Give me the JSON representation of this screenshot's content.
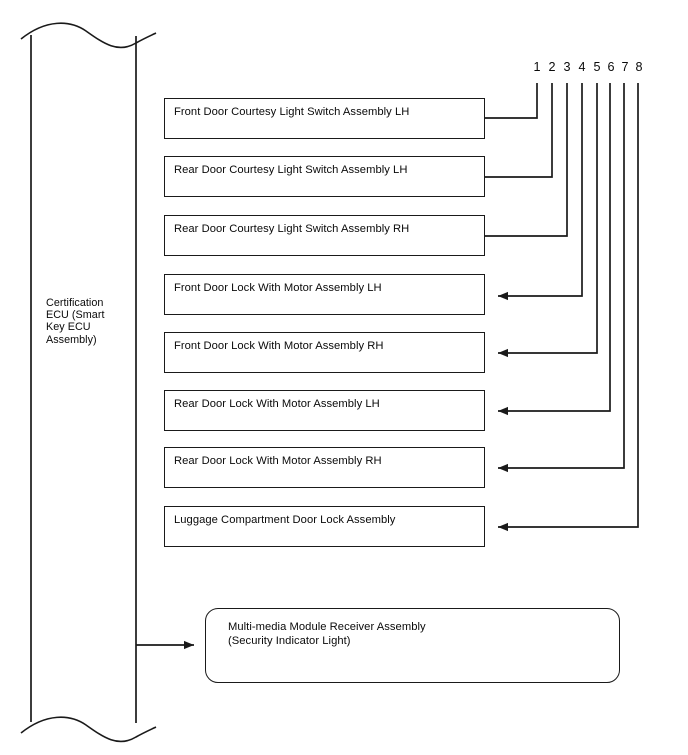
{
  "diagram": {
    "title": "Certification ECU door lock / courtesy switch system diagram",
    "background_color": "#ffffff",
    "line_color": "#1a1a1a",
    "text_color": "#0a0a0a",
    "ecu": {
      "label": "Certification ECU (Smart Key ECU Assembly)",
      "label_lines": [
        "Certification",
        "ECU (Smart",
        "Key ECU",
        "Assembly)"
      ]
    },
    "pin_numbers": [
      "1",
      "2",
      "3",
      "4",
      "5",
      "6",
      "7",
      "8"
    ],
    "nodes": [
      {
        "id": "n1",
        "label": "Front Door Courtesy Light Switch Assembly LH",
        "pin": "1",
        "connector": "plain"
      },
      {
        "id": "n2",
        "label": "Rear Door Courtesy Light Switch Assembly LH",
        "pin": "2",
        "connector": "plain"
      },
      {
        "id": "n3",
        "label": "Rear Door Courtesy Light Switch Assembly RH",
        "pin": "3",
        "connector": "plain"
      },
      {
        "id": "n4",
        "label": "Front Door Lock With Motor Assembly LH",
        "pin": "4",
        "connector": "arrow"
      },
      {
        "id": "n5",
        "label": "Front Door Lock With Motor Assembly RH",
        "pin": "5",
        "connector": "arrow"
      },
      {
        "id": "n6",
        "label": "Rear Door Lock With Motor Assembly LH",
        "pin": "6",
        "connector": "arrow"
      },
      {
        "id": "n7",
        "label": "Rear Door Lock With Motor Assembly RH",
        "pin": "7",
        "connector": "arrow"
      },
      {
        "id": "n8",
        "label": "Luggage Compartment Door Lock Assembly",
        "pin": "8",
        "connector": "arrow"
      }
    ],
    "receiver_node": {
      "id": "n9",
      "label_line1": "Multi-media Module Receiver Assembly",
      "label_line2": "(Security Indicator Light)",
      "connector": "arrow-from-ecu"
    }
  }
}
